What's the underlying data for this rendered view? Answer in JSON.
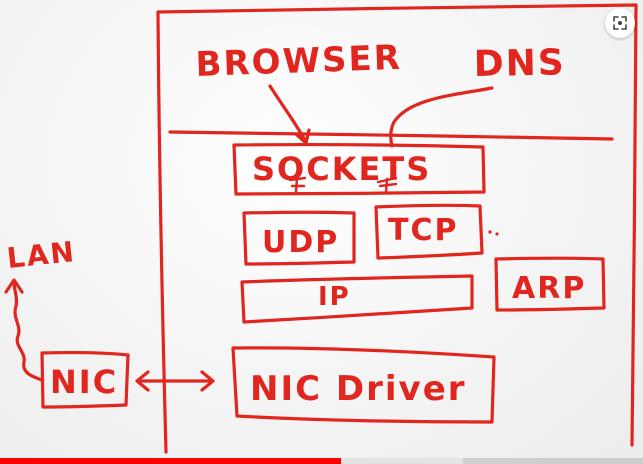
{
  "diagram": {
    "labels": {
      "browser": "BROWSER",
      "dns": "DNS",
      "sockets": "SOCKETS",
      "udp": "UDP",
      "tcp": "TCP",
      "ip": "IP",
      "arp": "ARP",
      "nic": "NIC",
      "nic_driver": "NIC Driver",
      "lan": "LAN"
    },
    "ink_color": "#e0261e"
  },
  "player": {
    "progress_fraction": 0.53,
    "buffered_fraction": 0.72,
    "progress_color": "#ff0000",
    "icons": {
      "watch_later": "expand-icon"
    }
  }
}
